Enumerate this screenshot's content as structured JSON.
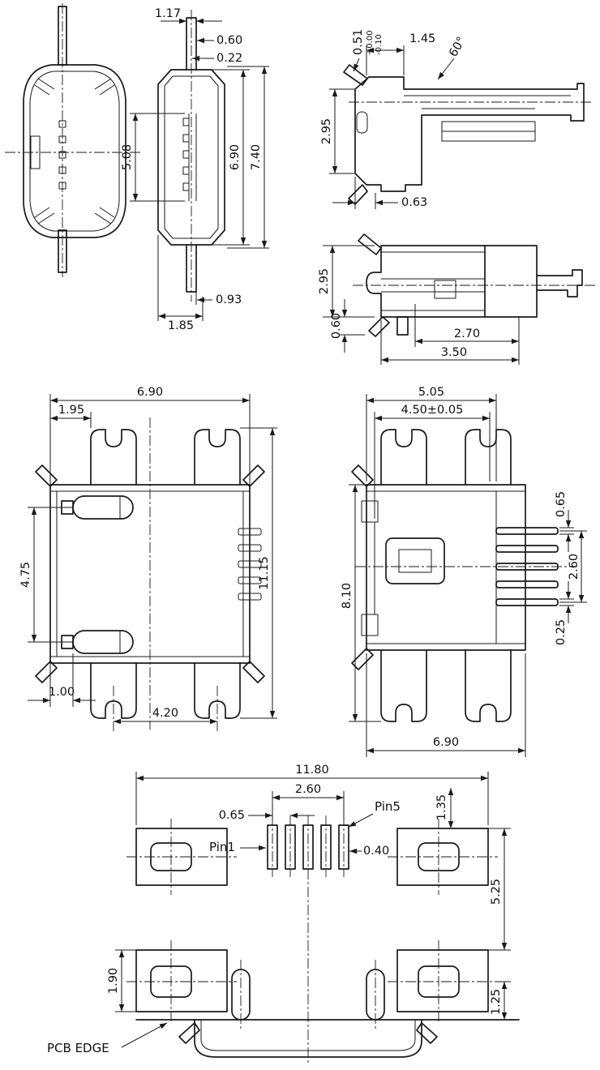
{
  "dims": {
    "side": {
      "tab_w": "1.17",
      "tab_off": "0.60",
      "tab_t": "0.22",
      "slot_h": "5.08",
      "body_h": "6.90",
      "overall_h": "7.40",
      "foot": "0.93",
      "foot_w": "1.85"
    },
    "secA": {
      "lip": "0.51",
      "tol_plus": "+0.00",
      "tol_minus": "-0.10",
      "lip_len": "1.45",
      "angle": "60°",
      "height": "2.95",
      "foot": "0.63"
    },
    "secB": {
      "height": "2.95",
      "foot": "0.60",
      "depth_inner": "2.70",
      "depth_outer": "3.50"
    },
    "top": {
      "body_w": "6.90",
      "tab_inset": "1.95",
      "post_span": "4.75",
      "overall_len": "11.15",
      "post_offset": "1.00",
      "tab_span": "4.20"
    },
    "bottom": {
      "shell_span": "5.05",
      "shell_tol": "4.50±0.05",
      "length": "8.10",
      "pin_w": "0.65",
      "pin_span": "2.60",
      "pin_t": "0.25",
      "body_w": "6.90"
    },
    "footprint": {
      "overall_w": "11.80",
      "pin_span": "2.60",
      "pin_pitch": "0.65",
      "pin5": "Pin5",
      "pin1": "Pin1",
      "pad_h": "1.35",
      "pad_w": "0.40",
      "row_gap": "5.25",
      "pad2_h": "1.90",
      "edge_gap": "1.25",
      "pcb_edge": "PCB EDGE"
    }
  }
}
